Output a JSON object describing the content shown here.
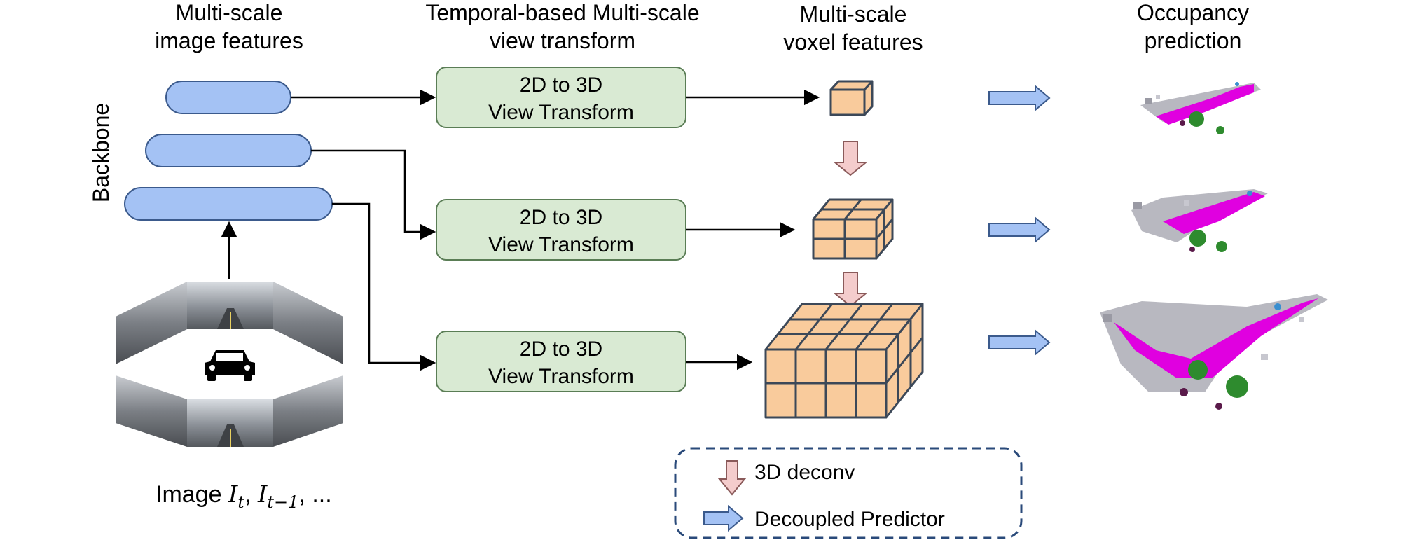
{
  "headers": {
    "image_features": [
      "Multi-scale",
      "image features"
    ],
    "view_transform": [
      "Temporal-based Multi-scale",
      "view transform"
    ],
    "voxel_features": [
      "Multi-scale",
      "voxel features"
    ],
    "occupancy": [
      "Occupancy",
      "prediction"
    ]
  },
  "backbone_label": "Backbone",
  "view_transform_boxes": [
    {
      "line1": "2D to 3D",
      "line2": "View Transform"
    },
    {
      "line1": "2D to 3D",
      "line2": "View Transform"
    },
    {
      "line1": "2D to 3D",
      "line2": "View Transform"
    }
  ],
  "image_caption": {
    "prefix": "Image ",
    "var1": "I",
    "sub1": "t",
    "sep": ", ",
    "var2": "I",
    "sub2": "t−1",
    "suffix": ", ..."
  },
  "legend": {
    "deconv_label": "3D deconv",
    "predictor_label": "Decoupled Predictor"
  },
  "colors": {
    "feature_pill": "#a4c2f4",
    "feature_pill_stroke": "#3b5a8c",
    "view_box": "#d9ead3",
    "view_box_stroke": "#5a7d55",
    "voxel": "#f9cb9c",
    "voxel_stroke": "#3c4858",
    "deconv_arrow": "#f4cccc",
    "predictor_arrow": "#a4c2f4",
    "legend_border": "#2a4a7a",
    "magenta": "#e000e0",
    "green": "#2e8b2e",
    "gray": "#b8b8c0"
  }
}
